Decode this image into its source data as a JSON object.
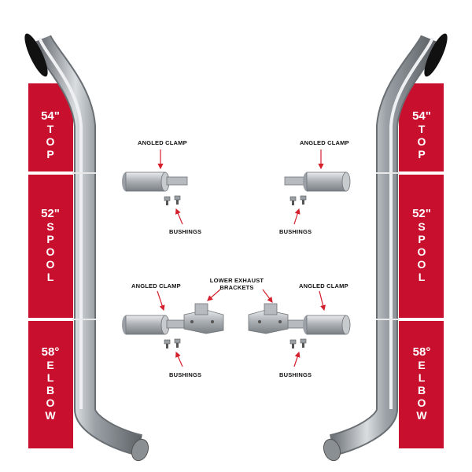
{
  "colors": {
    "band_red": "#c8102e",
    "pipe_dark": "#7e8388",
    "pipe_light": "#d9dde0",
    "arrow_red": "#d4202c"
  },
  "left_column": {
    "top": {
      "size": "54\"",
      "word": [
        "T",
        "O",
        "P"
      ]
    },
    "spool": {
      "size": "52\"",
      "word": [
        "S",
        "P",
        "O",
        "O",
        "L"
      ]
    },
    "elbow": {
      "size": "58°",
      "word": [
        "E",
        "L",
        "B",
        "O",
        "W"
      ]
    }
  },
  "right_column": {
    "top": {
      "size": "54\"",
      "word": [
        "T",
        "O",
        "P"
      ]
    },
    "spool": {
      "size": "52\"",
      "word": [
        "S",
        "P",
        "O",
        "O",
        "L"
      ]
    },
    "elbow": {
      "size": "58°",
      "word": [
        "E",
        "L",
        "B",
        "O",
        "W"
      ]
    }
  },
  "labels": {
    "angled_clamp": "ANGLED CLAMP",
    "bushings": "BUSHINGS",
    "lower_brackets_line1": "LOWER EXHAUST",
    "lower_brackets_line2": "BRACKETS"
  }
}
